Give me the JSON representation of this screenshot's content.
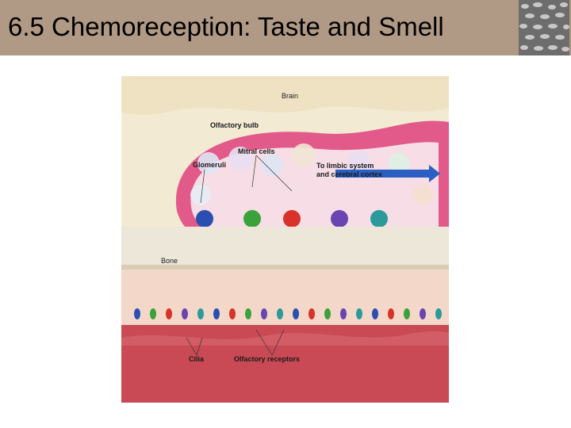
{
  "slide": {
    "title": "6.5 Chemoreception: Taste and Smell"
  },
  "diagram": {
    "labels": {
      "brain": "Brain",
      "olfactory_bulb": "Olfactory bulb",
      "mitral_cells": "Mitral cells",
      "glomeruli": "Glomeruli",
      "to_limbic_line1": "To limbic system",
      "to_limbic_line2": "and cerebral cortex",
      "bone": "Bone",
      "cilia": "Cilia",
      "olfactory_receptors": "Olfactory receptors"
    },
    "neuron_colors": [
      "#2a4fb0",
      "#3aa23a",
      "#d8322a",
      "#6a44b0",
      "#2a9a9a"
    ],
    "tissue_colors": {
      "brain": "#f2ead2",
      "bulb_outer": "#e25a8a",
      "bulb_inner": "#f6dde6",
      "bone": "#ece7d8",
      "epithelium": "#f3d7c8",
      "mucosa": "#c94a55",
      "arrow": "#2a5fc4"
    },
    "icon": "olfactory-anatomy-illustration"
  }
}
